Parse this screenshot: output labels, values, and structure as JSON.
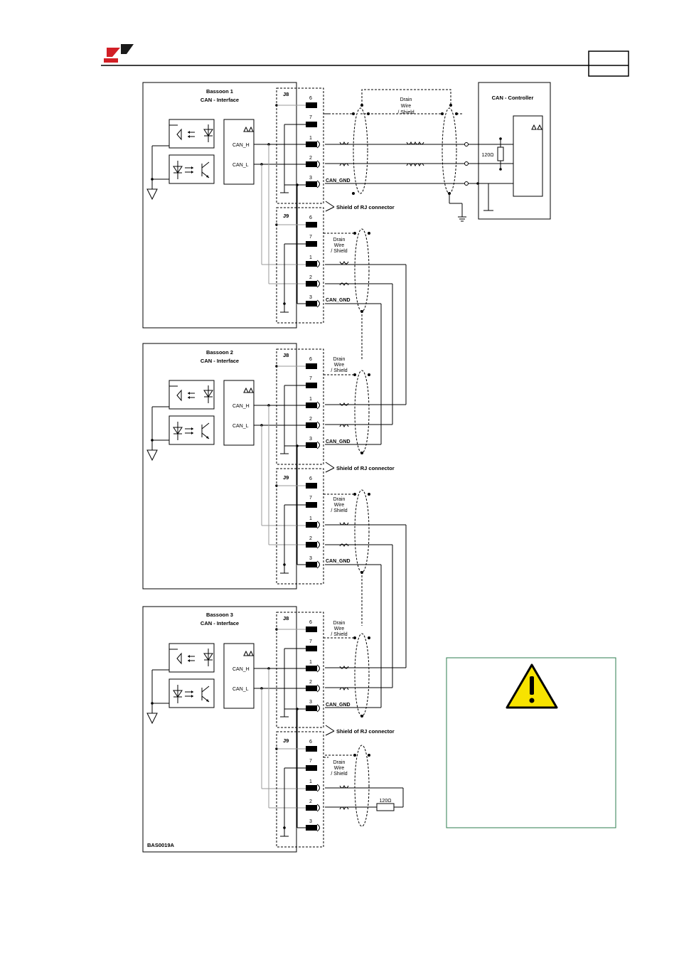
{
  "header": {
    "logo": "red-black-brand-logo",
    "page_number": ""
  },
  "controller": {
    "title": "CAN -  Controller",
    "resistor": "120Ω",
    "drain_label": [
      "Drain",
      "Wire",
      "/ Shield"
    ]
  },
  "drives": [
    {
      "name": "Bassoon 1",
      "interface": "CAN -  Interface"
    },
    {
      "name": "Bassoon 2",
      "interface": "CAN -  Interface"
    },
    {
      "name": "Bassoon 3",
      "interface": "CAN -  Interface"
    }
  ],
  "signals": {
    "can_h": "CAN_H",
    "can_l": "CAN_L",
    "can_gnd": "CAN_GND"
  },
  "connectors": {
    "j8": "J8",
    "j9": "J9"
  },
  "pins": [
    "6",
    "7",
    "1",
    "2",
    "3"
  ],
  "drain_label": [
    "Drain",
    "Wire",
    "/ Shield"
  ],
  "shield_label": "Shield of RJ connector",
  "terminator": "120Ω",
  "figure_code": "BAS0019A",
  "warning": {
    "icon": "warning-triangle-icon",
    "text": ""
  },
  "colors": {
    "warning_border": "#2e7d4f",
    "warning_fill": "#f7e300",
    "logo_red": "#d21f26"
  }
}
